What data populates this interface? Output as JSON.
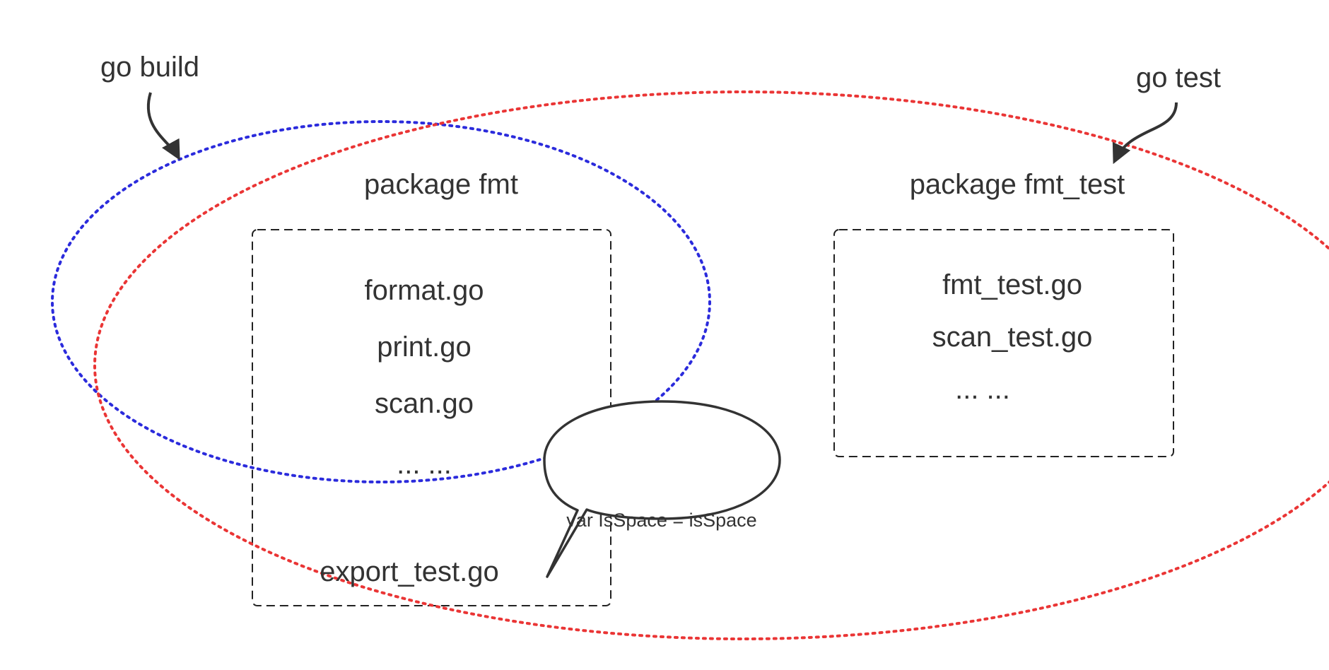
{
  "labels": {
    "go_build": "go build",
    "go_test": "go test"
  },
  "packages": [
    {
      "name": "package fmt",
      "files": [
        "format.go",
        "print.go",
        "scan.go",
        "... ...",
        "export_test.go"
      ]
    },
    {
      "name": "package fmt_test",
      "files": [
        "fmt_test.go",
        "scan_test.go",
        "... ..."
      ]
    }
  ],
  "callout": {
    "text": "var IsSpace = isSpace"
  },
  "colors": {
    "go_build_outline": "#2b2bdc",
    "go_test_outline": "#ea3535",
    "box_border": "#222222",
    "text": "#333333",
    "arrow": "#333333"
  }
}
